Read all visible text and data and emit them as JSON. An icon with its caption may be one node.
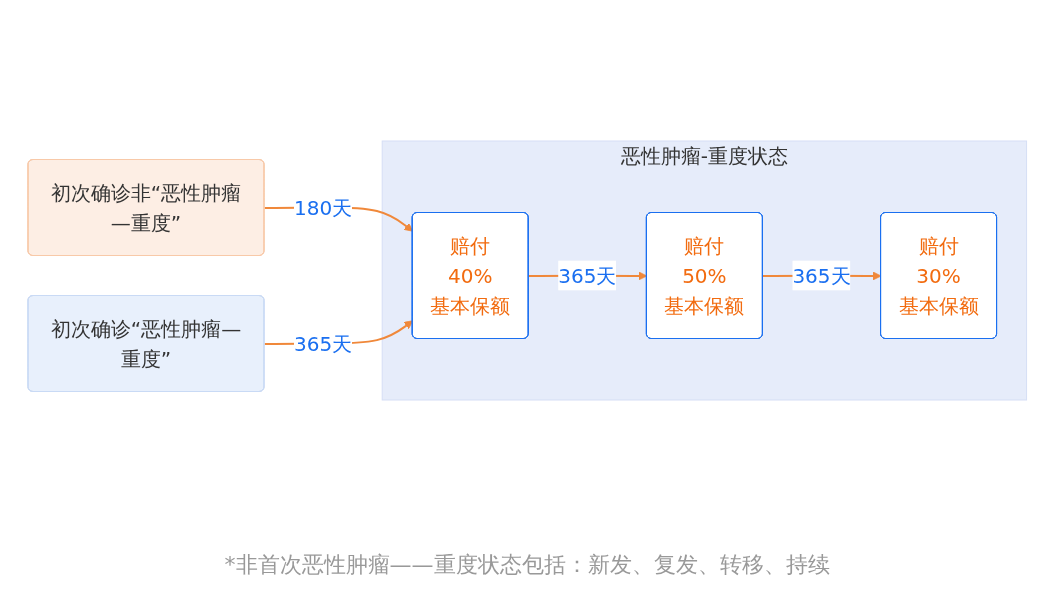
{
  "diagram": {
    "caption": "*非首次恶性肿瘤——重度状态包括：新发、复发、转移、持续",
    "nodes": [
      {
        "text": [
          "初次确诊非“恶性肿瘤—重度”"
        ]
      },
      {
        "text": [
          "初次确诊“恶性肿瘤—重度”"
        ]
      },
      {
        "text": [
          "恶性肿瘤-重度状态"
        ]
      },
      {
        "text": [
          "赔付",
          "40%",
          "基本保额"
        ],
        "in": 2
      },
      {
        "text": [
          "赔付",
          "50%",
          "基本保额"
        ],
        "in": 2
      },
      {
        "text": [
          "赔付",
          "30%",
          "基本保额"
        ],
        "in": 2
      }
    ],
    "edges": [
      {
        "from": 0,
        "to": 3,
        "arrow": "to",
        "label": "180天"
      },
      {
        "from": 1,
        "to": 3,
        "arrow": "to",
        "label": "365天"
      },
      {
        "from": 3,
        "to": 4,
        "arrow": "to",
        "label": "365天"
      },
      {
        "from": 4,
        "to": 5,
        "arrow": "to",
        "label": "365天"
      }
    ]
  }
}
